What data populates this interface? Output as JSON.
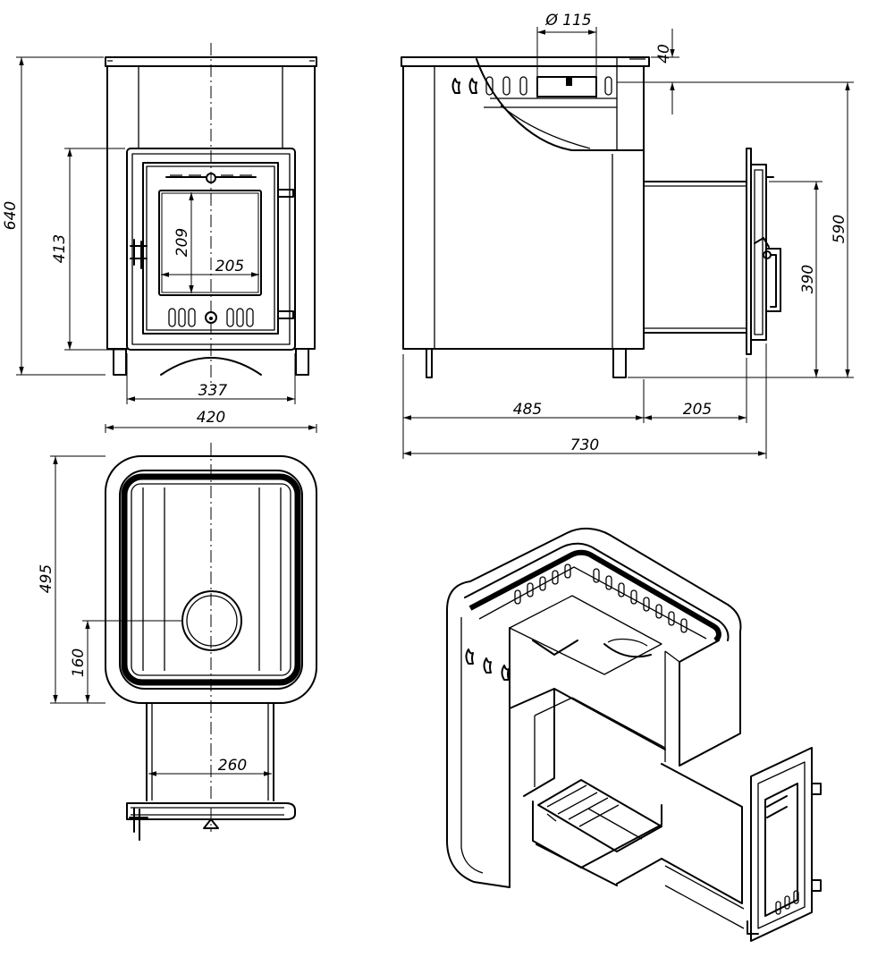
{
  "views": {
    "front": {
      "dimensions": {
        "total_height": "640",
        "door_height": "413",
        "glass_height": "209",
        "glass_width": "205",
        "door_width": "337",
        "total_width": "420"
      }
    },
    "side": {
      "dimensions": {
        "pipe_diameter": "Ø 115",
        "top_offset": "40",
        "total_height": "590",
        "tunnel_height": "390",
        "body_depth": "485",
        "tunnel_depth": "205",
        "total_depth": "730"
      }
    },
    "top": {
      "dimensions": {
        "total_depth": "495",
        "pipe_offset": "160",
        "tunnel_width": "260"
      }
    },
    "iso": {}
  }
}
